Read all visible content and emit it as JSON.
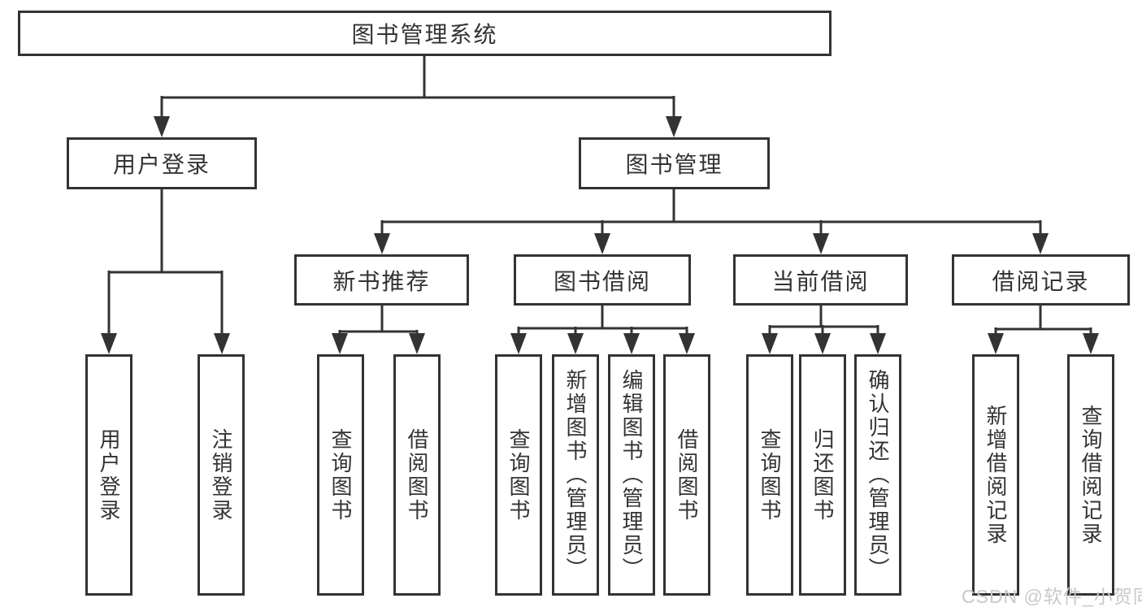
{
  "tree": {
    "root": {
      "label": "图书管理系统"
    },
    "children": [
      {
        "label": "用户登录",
        "children": [
          {
            "label": "用户登录"
          },
          {
            "label": "注销登录"
          }
        ]
      },
      {
        "label": "图书管理",
        "children": [
          {
            "label": "新书推荐",
            "children": [
              {
                "label": "查询图书"
              },
              {
                "label": "借阅图书"
              }
            ]
          },
          {
            "label": "图书借阅",
            "children": [
              {
                "label": "查询图书"
              },
              {
                "label": "新增图书（管理员）"
              },
              {
                "label": "编辑图书（管理员）"
              },
              {
                "label": "借阅图书"
              }
            ]
          },
          {
            "label": "当前借阅",
            "children": [
              {
                "label": "查询图书"
              },
              {
                "label": "归还图书"
              },
              {
                "label": "确认归还（管理员）"
              }
            ]
          },
          {
            "label": "借阅记录",
            "children": [
              {
                "label": "新增借阅记录"
              },
              {
                "label": "查询借阅记录"
              }
            ]
          }
        ]
      }
    ]
  },
  "watermark": {
    "text": "CSDN @软件_小贺同学"
  },
  "colors": {
    "line": "#333333",
    "box_border": "#333333",
    "box_fill": "#ffffff",
    "text": "#333333",
    "watermark": "#c9c9c9",
    "background": "#ffffff"
  }
}
